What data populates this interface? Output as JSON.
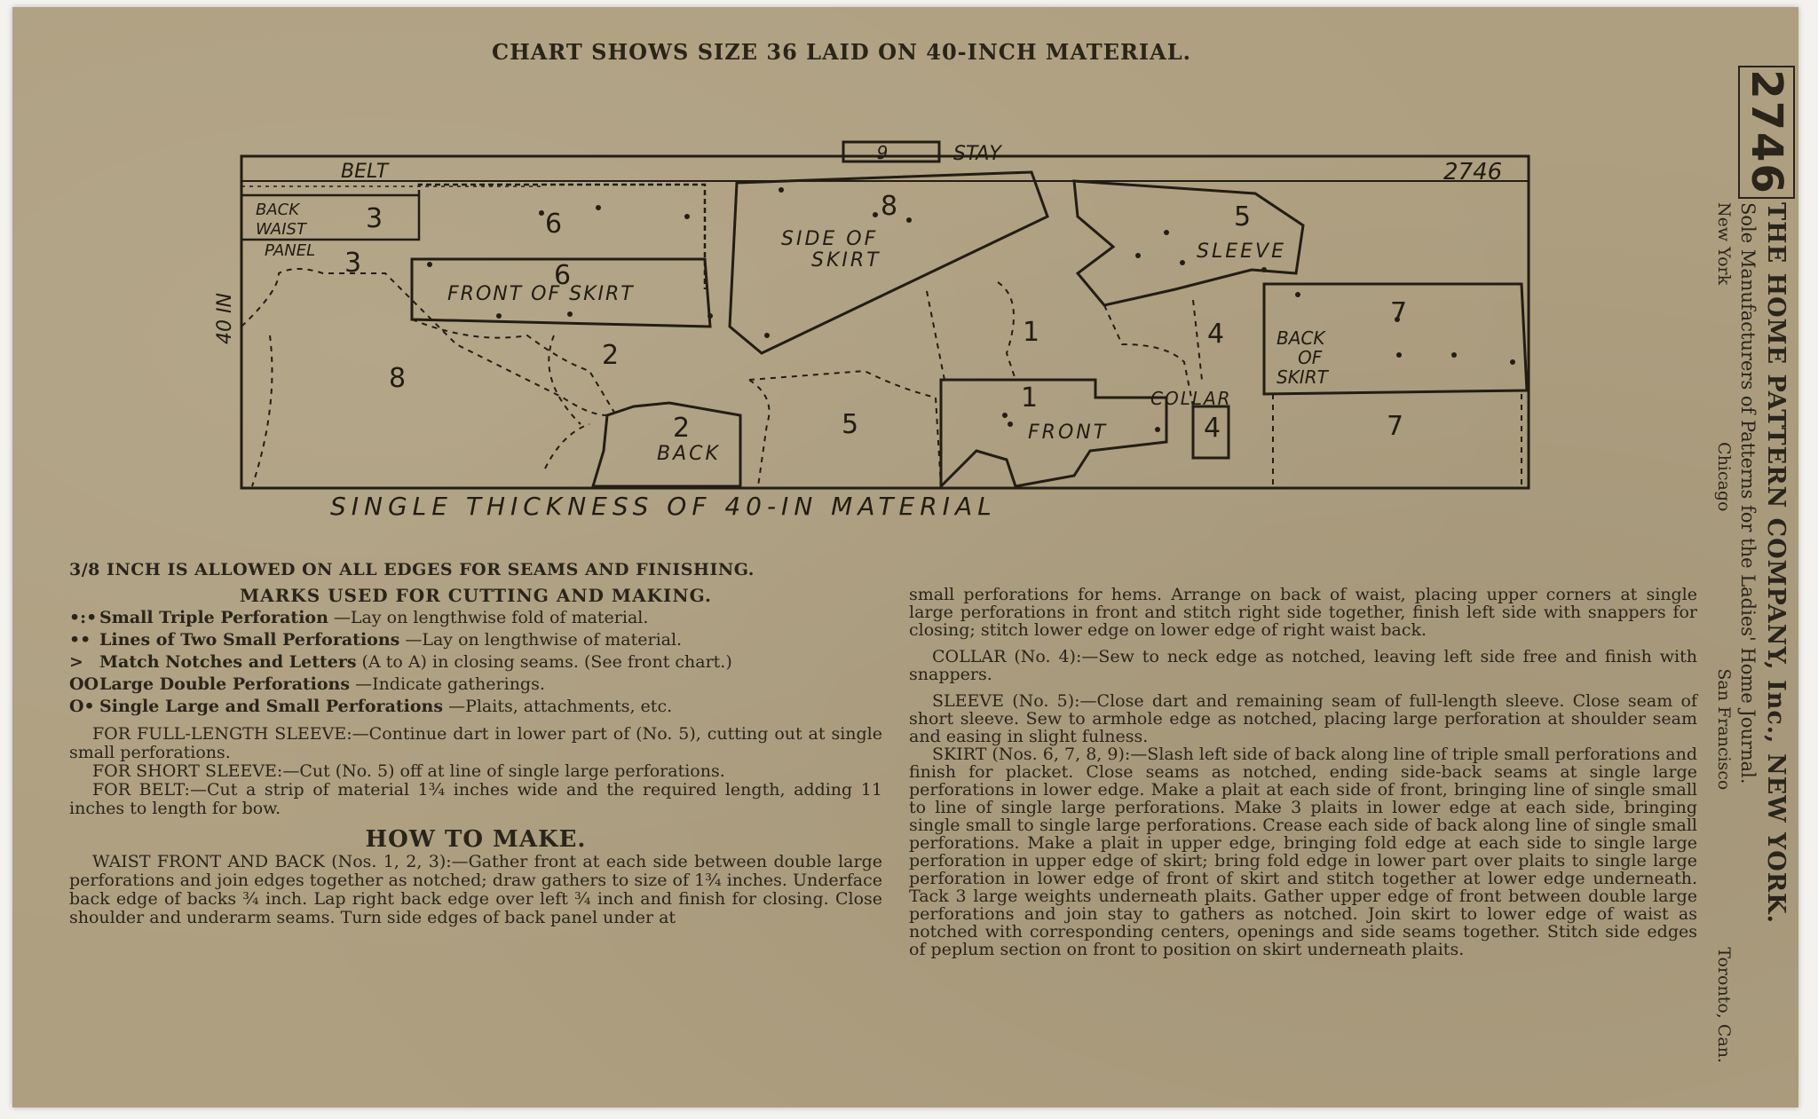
{
  "chart_title": "CHART SHOWS SIZE 36 LAID ON 40-INCH MATERIAL.",
  "layout": {
    "belt": "BELT",
    "stay_num": "9",
    "stay": "STAY",
    "pattern_no": "2746",
    "width_label": "40 IN",
    "bottom_label": "SINGLE THICKNESS OF 40-IN MATERIAL",
    "pieces": {
      "back_waist_panel_no": "3",
      "back_waist_line1": "BACK",
      "back_waist_line2": "WAIST",
      "back_waist_line3": "PANEL",
      "piece3b": "3",
      "piece6a": "6",
      "piece6b": "6",
      "front_skirt": "FRONT OF SKIRT",
      "piece8a": "8",
      "side_skirt_1": "SIDE OF",
      "side_skirt_2": "SKIRT",
      "piece5a": "5",
      "sleeve": "SLEEVE",
      "piece7a": "7",
      "back_skirt_1": "BACK",
      "back_skirt_2": "OF",
      "back_skirt_3": "SKIRT",
      "piece8b": "8",
      "piece2a": "2",
      "piece2b": "2",
      "back": "BACK",
      "piece5b": "5",
      "piece1a": "1",
      "piece1b": "1",
      "front": "FRONT",
      "piece4a": "4",
      "collar": "COLLAR",
      "piece4b": "4",
      "piece7b": "7"
    }
  },
  "left_col": {
    "seam_allowance": "3/8 INCH IS ALLOWED ON ALL EDGES FOR SEAMS AND FINISHING.",
    "marks_title": "MARKS USED FOR CUTTING AND MAKING.",
    "marks": [
      {
        "sym": "•:•",
        "label": "Small Triple Perforation",
        "desc": "—Lay on lengthwise fold of material."
      },
      {
        "sym": "••",
        "label": "Lines of Two Small Perforations",
        "desc": "—Lay on lengthwise of material."
      },
      {
        "sym": ">",
        "label": "Match Notches and Letters",
        "desc": "(A to A) in closing seams. (See front chart.)"
      },
      {
        "sym": "OO",
        "label": "Large Double Perforations",
        "desc": "—Indicate gatherings."
      },
      {
        "sym": "O•",
        "label": "Single Large and Small Perforations",
        "desc": "—Plaits, attachments, etc."
      }
    ],
    "full_sleeve": "FOR FULL-LENGTH SLEEVE:—Continue dart in lower part of (No. 5), cutting out at single small perforations.",
    "short_sleeve": "FOR SHORT SLEEVE:—Cut (No. 5) off at line of single large perforations.",
    "belt": "FOR BELT:—Cut a strip of material 1¾ inches wide and the required length, adding 11 inches to length for bow.",
    "how_title": "HOW TO MAKE.",
    "waist": "WAIST FRONT AND BACK (Nos. 1, 2, 3):—Gather front at each side between double large perforations and join edges together as notched; draw gathers to size of 1¾ inches. Underface back edge of backs ¾ inch. Lap right back edge over left ¾ inch and finish for closing. Close shoulder and underarm seams. Turn side edges of back panel under at"
  },
  "right_col": {
    "cont": "small perforations for hems. Arrange on back of waist, placing upper corners at single large perforations in front and stitch right side together, finish left side with snappers for closing; stitch lower edge on lower edge of right waist back.",
    "collar": "COLLAR (No. 4):—Sew to neck edge as notched, leaving left side free and finish with snappers.",
    "sleeve": "SLEEVE (No. 5):—Close dart and remaining seam of full-length sleeve. Close seam of short sleeve. Sew to armhole edge as notched, placing large perforation at shoulder seam and easing in slight fulness.",
    "skirt": "SKIRT (Nos. 6, 7, 8, 9):—Slash left side of back along line of triple small perforations and finish for placket. Close seams as notched, ending side-back seams at single large perforations in lower edge. Make a plait at each side of front, bringing line of single small to line of single large perforations. Make 3 plaits in lower edge at each side, bringing single small to single large perforations. Crease each side of back along line of single small perforations. Make a plait in upper edge, bringing fold edge at each side to single large perforation in upper edge of skirt; bring fold edge in lower part over plaits to single large perforation in lower edge of front of skirt and stitch together at lower edge underneath. Tack 3 large weights underneath plaits. Gather upper edge of front between double large perforations and join stay to gathers as notched. Join skirt to lower edge of waist as notched with corresponding centers, openings and side seams together. Stitch side edges of peplum section on front to position on skirt underneath plaits."
  },
  "side": {
    "number": "2746",
    "company": "THE HOME PATTERN COMPANY, Inc., NEW YORK.",
    "sub": "Sole Manufacturers of Patterns for the Ladies' Home Journal.",
    "cities": [
      "New York",
      "Chicago",
      "San Francisco",
      "Toronto, Can."
    ]
  }
}
